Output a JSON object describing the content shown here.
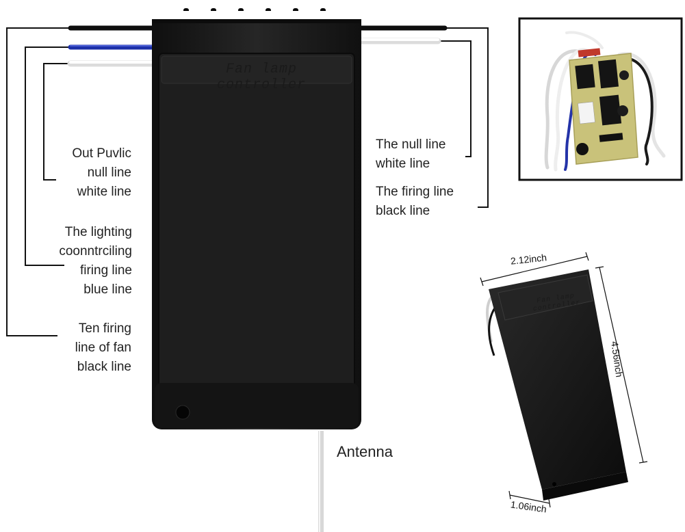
{
  "labels": {
    "out_public_null": [
      "Out Puvlic",
      "null line",
      "white line"
    ],
    "lighting_controlling": [
      "The lighting",
      "coonntrciling",
      "firing line",
      "blue line"
    ],
    "fan_firing": [
      "Ten firing",
      "line of fan",
      "black line"
    ],
    "null_line": [
      "The null line",
      "white line"
    ],
    "firing_line": [
      "The firing line",
      "black line"
    ],
    "antenna": "Antenna"
  },
  "device": {
    "label": "Fan lamp controller"
  },
  "small_device": {
    "label": "Fan lamp controller"
  },
  "dimensions": {
    "width": "2.12inch",
    "height": "4.56inch",
    "depth": "1.06inch"
  },
  "colors": {
    "wire_black": "#111111",
    "wire_blue": "#1c2fa8",
    "wire_white": "#f2f2f2",
    "device_body": "#1c1c1c",
    "pcb_green": "#c9c27a",
    "relay_black": "#141414",
    "fuse_red": "#c0392b"
  }
}
